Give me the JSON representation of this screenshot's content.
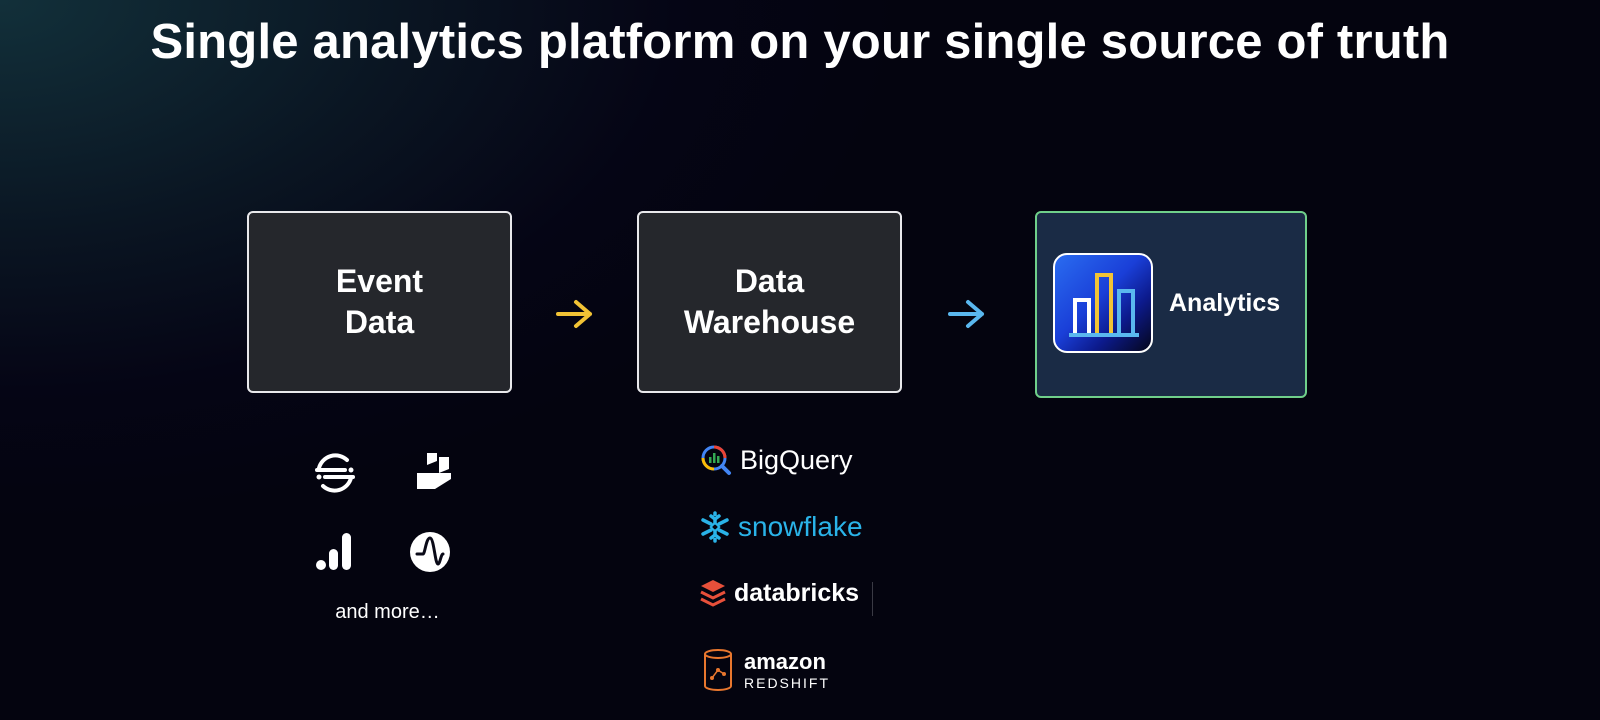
{
  "title": "Single analytics platform on your single source of truth",
  "boxes": {
    "event_data": "Event Data",
    "data_warehouse": "Data Warehouse",
    "analytics": "Analytics"
  },
  "event_sources": {
    "icons": [
      "segment-icon",
      "stitch-icon",
      "google-analytics-icon",
      "amplitude-icon"
    ],
    "and_more": "and more…"
  },
  "warehouses": {
    "bigquery": "BigQuery",
    "snowflake": "snowflake",
    "databricks": "databricks",
    "redshift_top": "amazon",
    "redshift_bottom": "REDSHIFT"
  },
  "colors": {
    "arrow_1": "#f2c335",
    "arrow_2": "#5ab8ef",
    "analytics_border": "#6fd08a",
    "snowflake": "#2ab3e8",
    "databricks": "#e8503a",
    "redshift": "#e8772e"
  }
}
